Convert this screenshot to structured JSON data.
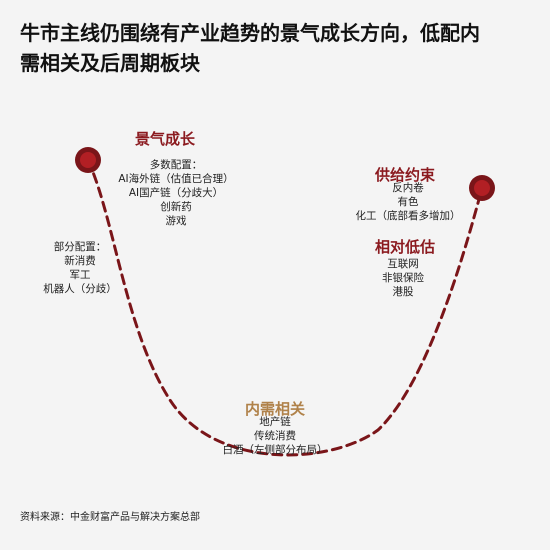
{
  "title": {
    "line1": "牛市主线仍围绕有产业趋势的景气成长方向，低配内",
    "line2": "需相关及后周期板块"
  },
  "colors": {
    "background": "#f4f4f4",
    "curve": "#7a1519",
    "marker_outer": "#7a1519",
    "marker_inner": "#b21f24",
    "heading_red": "#8b1a1f",
    "heading_gold": "#b0824a"
  },
  "diagram": {
    "growth": {
      "heading": "景气成长",
      "items": [
        "多数配置：",
        "AI海外链（估值已合理）",
        "AI国产链（分歧大）",
        "创新药",
        "游戏"
      ]
    },
    "partial": {
      "items": [
        "部分配置：",
        "新消费",
        "军工",
        "机器人（分歧）"
      ]
    },
    "supply": {
      "heading": "供给约束",
      "items": [
        "反内卷",
        "有色",
        "化工（底部看多增加）"
      ]
    },
    "lowval": {
      "heading": "相对低估",
      "items": [
        "互联网",
        "非银保险",
        "港股"
      ]
    },
    "domestic": {
      "heading": "内需相关",
      "items": [
        "地产链",
        "传统消费",
        "白酒（左侧部分布局）"
      ]
    }
  },
  "source": "资料来源：中金财富产品与解决方案总部"
}
